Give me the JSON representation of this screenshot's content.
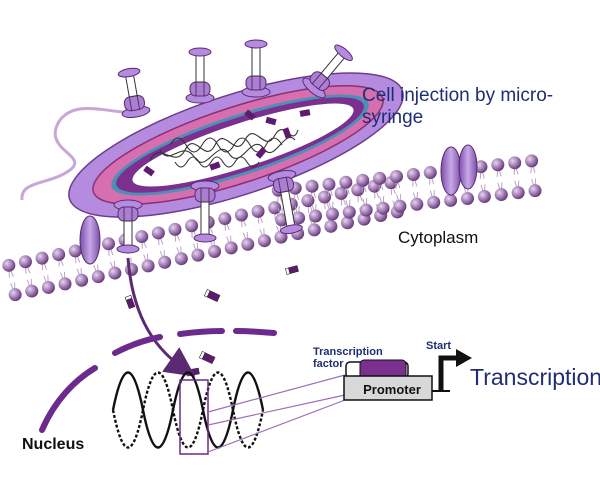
{
  "labels": {
    "title_line1": "Cell injection by micro-",
    "title_line2": "syringe",
    "cytoplasm": "Cytoplasm",
    "nucleus": "Nucleus",
    "tf_line1": "Transcription",
    "tf_line2": "factor",
    "start": "Start",
    "promoter": "Promoter",
    "transcription": "Transcription"
  },
  "colors": {
    "membrane_head": "#8a5a9a",
    "membrane_tail": "#b9a2c6",
    "bacterium_outer": "#b58be0",
    "bacterium_pink": "#d66fb0",
    "bacterium_inner": "#7b2f8f",
    "protein_dark": "#5e1a6f",
    "text_blue": "#1f2e73",
    "nuclear_envelope": "#6b2a8c"
  }
}
